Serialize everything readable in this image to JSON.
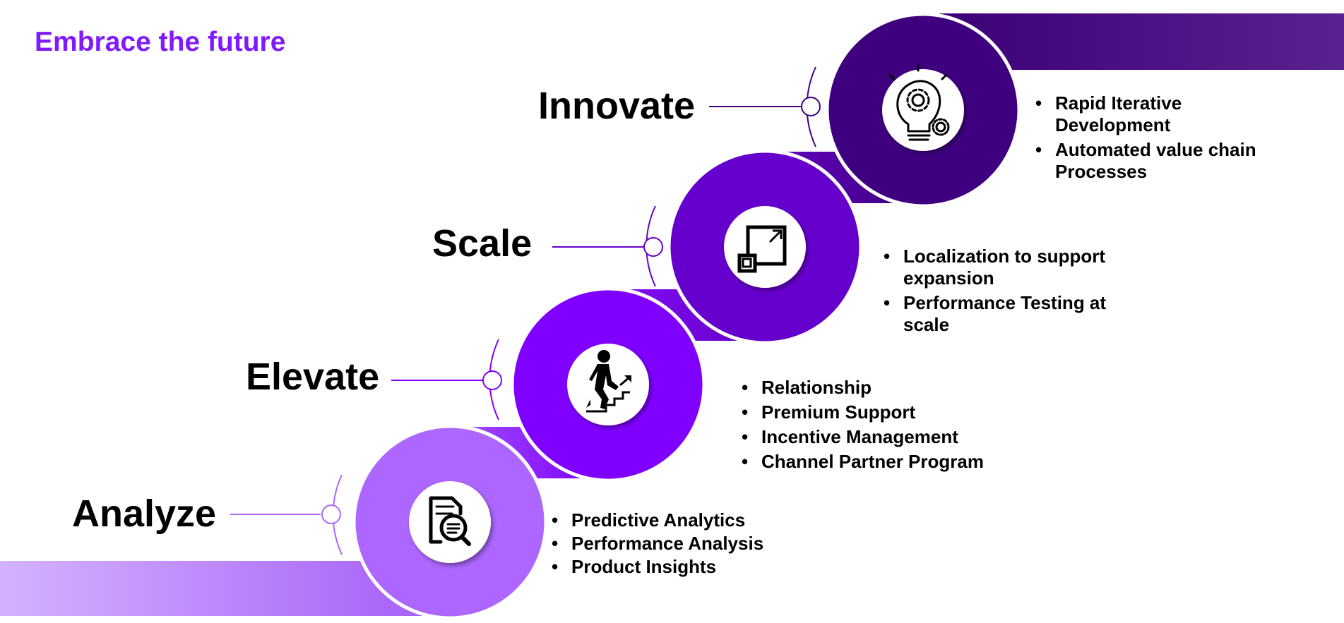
{
  "title": "Embrace the future",
  "colors": {
    "title": "#7f1aff",
    "innovate": "#3f0080",
    "scale": "#6600cc",
    "elevate": "#7f00ff",
    "analyze": "#ad66ff"
  },
  "steps": [
    {
      "id": "analyze",
      "label": "Analyze",
      "icon": "document-search-icon",
      "bullets": [
        "Predictive Analytics",
        "Performance Analysis",
        "Product Insights"
      ]
    },
    {
      "id": "elevate",
      "label": "Elevate",
      "icon": "person-climbing-stairs-icon",
      "bullets": [
        "Relationship",
        "Premium Support",
        "Incentive Management",
        "Channel Partner Program"
      ]
    },
    {
      "id": "scale",
      "label": "Scale",
      "icon": "resize-expand-icon",
      "bullets": [
        "Localization to support expansion",
        "Performance Testing at scale"
      ]
    },
    {
      "id": "innovate",
      "label": "Innovate",
      "icon": "lightbulb-gears-icon",
      "bullets": [
        "Rapid Iterative Development",
        "Automated value chain Processes"
      ]
    }
  ]
}
